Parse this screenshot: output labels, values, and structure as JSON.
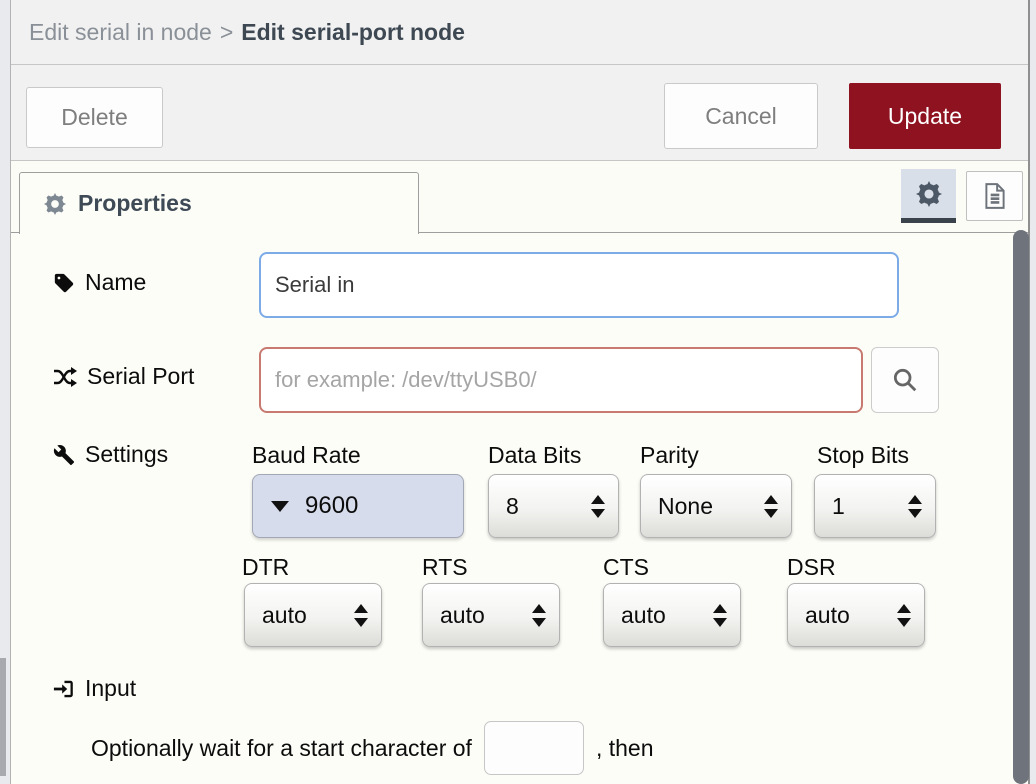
{
  "header": {
    "breadcrumb_parent": "Edit serial in node",
    "separator": ">",
    "title": "Edit serial-port node"
  },
  "toolbar": {
    "delete_label": "Delete",
    "cancel_label": "Cancel",
    "update_label": "Update"
  },
  "tabs": {
    "properties_label": "Properties",
    "icons": [
      "gear-icon",
      "document-icon"
    ]
  },
  "form": {
    "name": {
      "label": "Name",
      "value": "Serial in"
    },
    "serial_port": {
      "label": "Serial Port",
      "placeholder": "for example: /dev/ttyUSB0/"
    },
    "settings": {
      "label": "Settings",
      "baud": {
        "label": "Baud Rate",
        "value": "9600"
      },
      "databits": {
        "label": "Data Bits",
        "value": "8"
      },
      "parity": {
        "label": "Parity",
        "value": "None"
      },
      "stopbits": {
        "label": "Stop Bits",
        "value": "1"
      },
      "dtr": {
        "label": "DTR",
        "value": "auto"
      },
      "rts": {
        "label": "RTS",
        "value": "auto"
      },
      "cts": {
        "label": "CTS",
        "value": "auto"
      },
      "dsr": {
        "label": "DSR",
        "value": "auto"
      }
    },
    "input_section": {
      "label": "Input",
      "sentence_before": "Optionally wait for a start character of",
      "char_value": "",
      "sentence_after": ", then"
    }
  },
  "colors": {
    "update_button": "#8e1220",
    "focused_input_border": "#7cabe8",
    "error_input_border": "#c87a70",
    "baud_dropdown_bg": "#d7dcec",
    "header_bg": "#f1f1f1",
    "tab_text": "#3e4a56"
  }
}
